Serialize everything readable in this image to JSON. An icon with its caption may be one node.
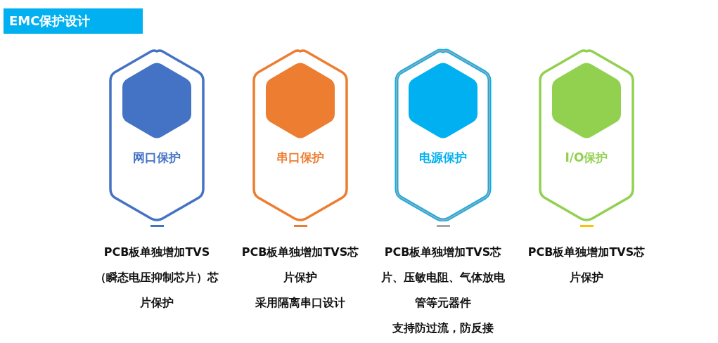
{
  "diagram": {
    "title": "EMC保护设计",
    "nodes": [
      {
        "text": [
          "网口保护"
        ],
        "beside": [
          "PCB板单独增加TVS（瞬态电压抑制芯片）芯片保护"
        ]
      },
      {
        "text": [
          "串口保护"
        ],
        "beside": [
          "PCB板单独增加TVS芯片保护",
          "采用隔离串口设计"
        ]
      },
      {
        "text": [
          "电源保护"
        ],
        "beside": [
          "PCB板单独增加TVS芯片、压敏电阻、气体放电管等元器件",
          "支持防过流，防反接"
        ]
      },
      {
        "text": [
          "I/O保护"
        ],
        "beside": [
          "PCB板单独增加TVS芯片保护"
        ]
      }
    ],
    "edges": []
  }
}
